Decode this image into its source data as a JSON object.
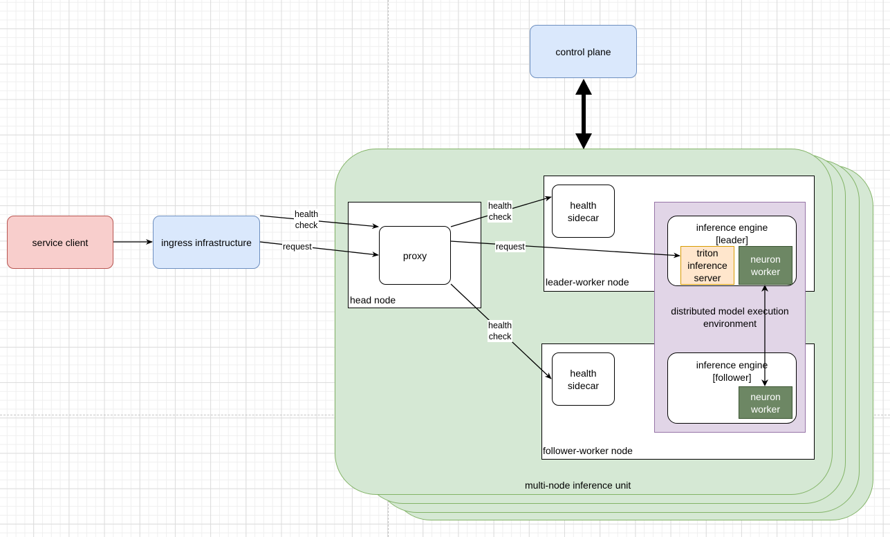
{
  "canvas": {
    "background_grid": true
  },
  "nodes": {
    "service_client": {
      "label": "service client",
      "fill": "#f8cecc",
      "stroke": "#b85450"
    },
    "ingress": {
      "label": "ingress infrastructure",
      "fill": "#dae8fc",
      "stroke": "#6c8ebf"
    },
    "control_plane": {
      "label": "control plane",
      "fill": "#dae8fc",
      "stroke": "#6c8ebf"
    },
    "multi_node_unit": {
      "label": "multi-node inference unit",
      "fill": "#d5e8d4",
      "stroke": "#82b366",
      "stack_count": 4
    },
    "head_node": {
      "label": "head node"
    },
    "proxy": {
      "label": "proxy"
    },
    "leader_worker_node": {
      "label": "leader-worker node"
    },
    "follower_worker_node": {
      "label": "follower-worker node"
    },
    "health_sidecar_leader": {
      "line1": "health",
      "line2": "sidecar"
    },
    "health_sidecar_follower": {
      "line1": "health",
      "line2": "sidecar"
    },
    "distributed_env": {
      "line1": "distributed model execution",
      "line2": "environment",
      "fill": "#e1d5e7",
      "stroke": "#9673a6"
    },
    "engine_leader": {
      "line1": "inference engine",
      "line2": "[leader]"
    },
    "engine_follower": {
      "line1": "inference engine",
      "line2": "[follower]"
    },
    "triton": {
      "line1": "triton",
      "line2": "inference",
      "line3": "server",
      "fill": "#ffe6cc",
      "stroke": "#d79b00"
    },
    "neuron_worker_leader": {
      "line1": "neuron",
      "line2": "worker",
      "fill": "#6d8764",
      "stroke": "#3a5431"
    },
    "neuron_worker_follower": {
      "line1": "neuron",
      "line2": "worker",
      "fill": "#6d8764",
      "stroke": "#3a5431"
    }
  },
  "edges": {
    "ingress_health": {
      "line1": "health",
      "line2": "check"
    },
    "ingress_request": {
      "label": "request"
    },
    "proxy_health_leader": {
      "line1": "health",
      "line2": "check"
    },
    "proxy_request": {
      "label": "request"
    },
    "proxy_health_follower": {
      "line1": "health",
      "line2": "check"
    }
  }
}
